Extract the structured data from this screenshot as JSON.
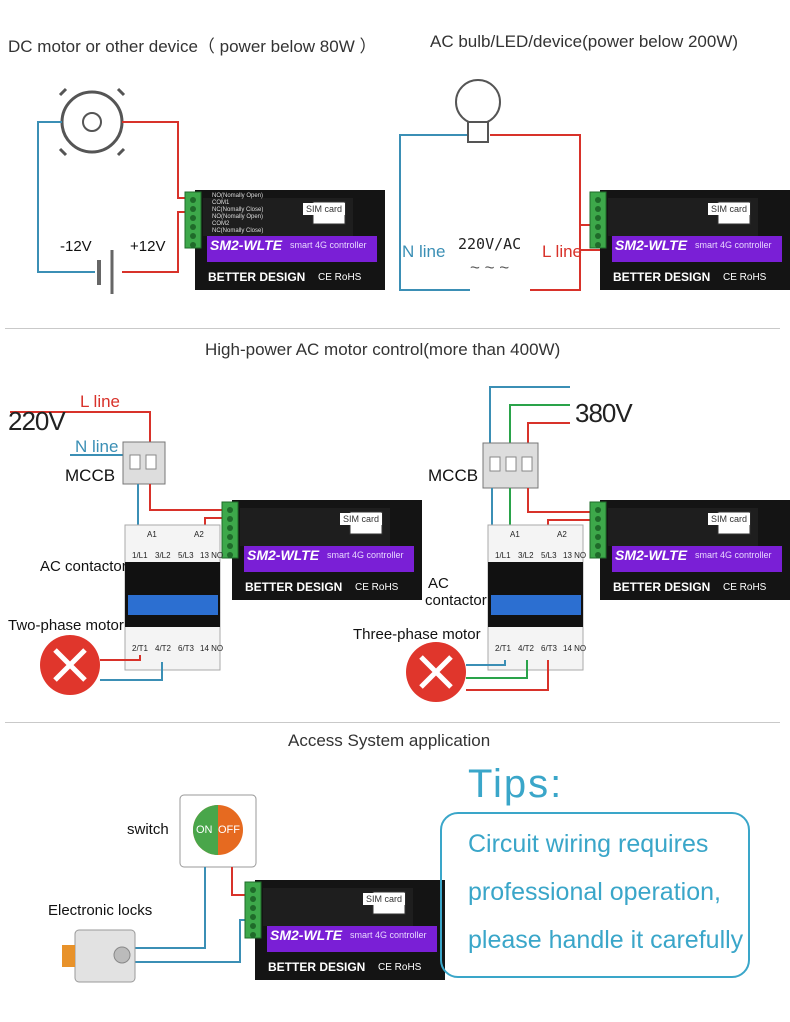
{
  "colors": {
    "red_wire": "#d8322a",
    "blue_wire": "#3b8fb5",
    "green_wire": "#2aa34a",
    "controller_body": "#141414",
    "controller_purple": "#7a1fd6",
    "terminal_green": "#3da84a",
    "tips_blue": "#3aa6c9",
    "contactor_blue": "#2c6fd1"
  },
  "icons": [
    "motor-icon",
    "battery-icon",
    "bulb-icon",
    "ac-source-icon",
    "switch-icon",
    "lock-icon",
    "mccb-icon",
    "contactor-icon",
    "motor-x-icon"
  ],
  "sections": {
    "dc_title": "DC motor or other device（ power below 80W ）",
    "ac_title": "AC  bulb/LED/device(power below 200W)",
    "high_power_title": "High-power AC motor control(more than 400W)",
    "access_title": "Access System application"
  },
  "dc": {
    "neg": "-12V",
    "pos": "+12V"
  },
  "ac": {
    "n_line": "N line",
    "l_line": "L line",
    "voltage": "220V/AC",
    "wave": "~ ~ ~"
  },
  "controller": {
    "model": "SM2-WLTE",
    "subtitle": "smart 4G controller",
    "brand": "BETTER DESIGN",
    "cert": "CE RoHS",
    "sim": "SIM card",
    "pins": [
      "NO(Nomally Open)",
      "COM1",
      "NC(Nomally Close)",
      "NO(Nomally Open)",
      "COM2",
      "NC(Nomally Close)"
    ]
  },
  "two_phase": {
    "voltage": "220V",
    "l_line": "L line",
    "n_line": "N line",
    "mccb": "MCCB",
    "contactor": "AC contactor",
    "motor": "Two-phase motor",
    "top_terms": [
      "1/L1",
      "3/L2",
      "5/L3",
      "13 NO"
    ],
    "bot_terms": [
      "2/T1",
      "4/T2",
      "6/T3",
      "14 NO"
    ],
    "a1": "A1",
    "a2": "A2"
  },
  "three_phase": {
    "voltage": "380V",
    "mccb": "MCCB",
    "contactor_line1": "AC",
    "contactor_line2": "contactor",
    "motor": "Three-phase motor",
    "top_terms": [
      "1/L1",
      "3/L2",
      "5/L3",
      "13 NO"
    ],
    "bot_terms": [
      "2/T1",
      "4/T2",
      "6/T3",
      "14 NO"
    ],
    "a1": "A1",
    "a2": "A2"
  },
  "access": {
    "switch": "switch",
    "on": "ON",
    "off": "OFF",
    "locks": "Electronic locks"
  },
  "tips": {
    "title": "Tips:",
    "line1": "Circuit  wiring  requires",
    "line2": "professional  operation,",
    "line3": "please handle it carefully"
  }
}
